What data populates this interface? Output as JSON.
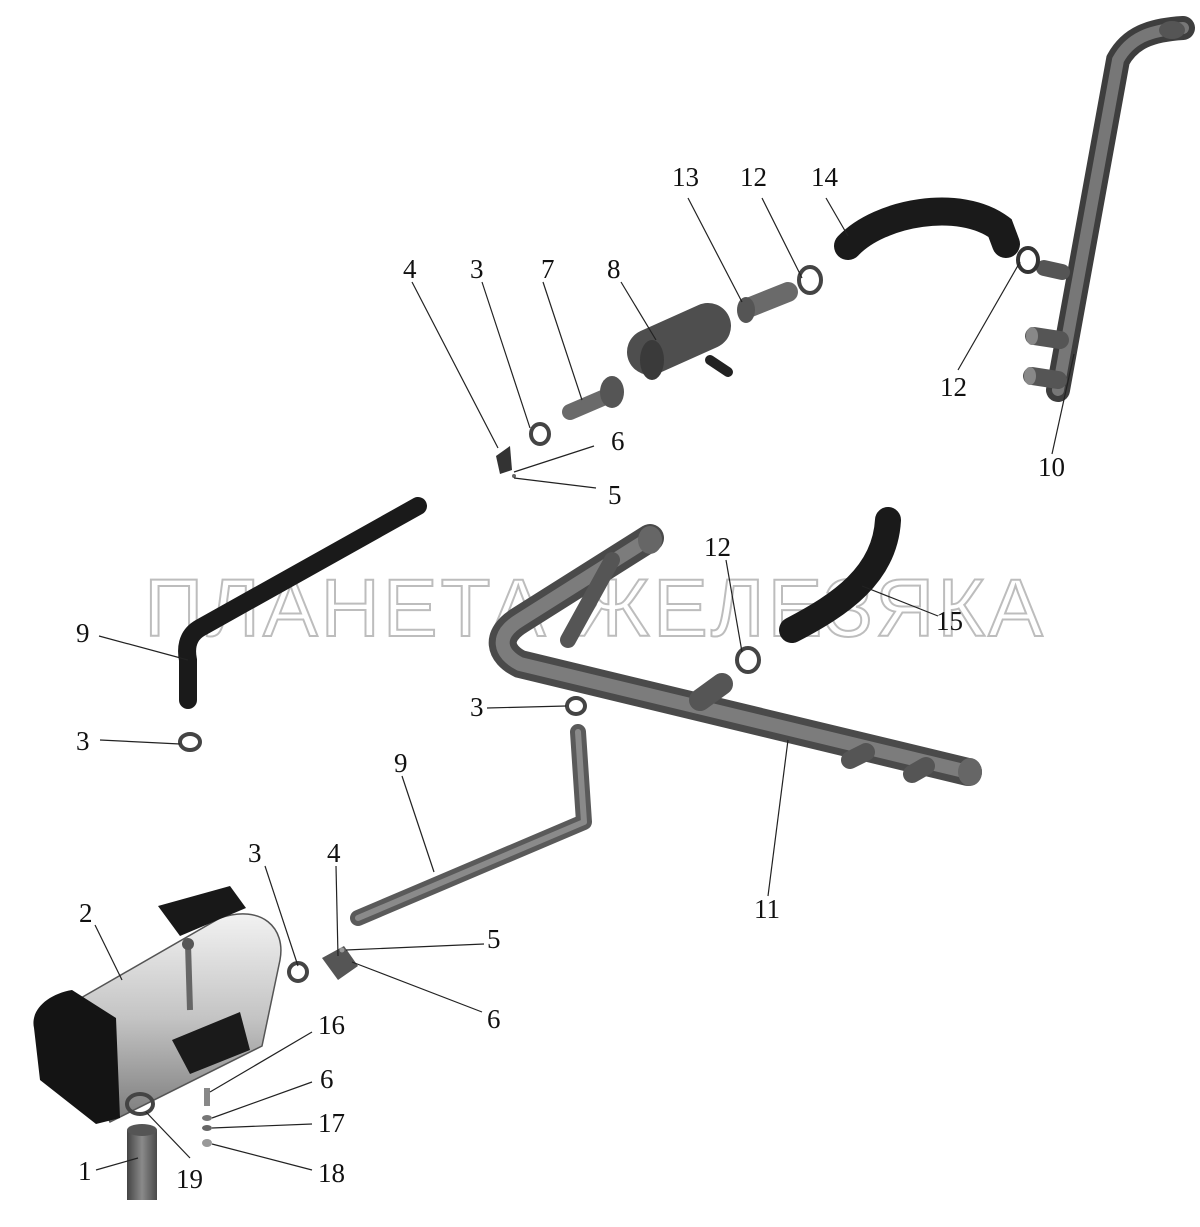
{
  "watermark": "ПЛАНЕТА ЖЕЛЕЗЯКА",
  "labels": {
    "l1": "1",
    "l2": "2",
    "l3a": "3",
    "l3b": "3",
    "l3c": "3",
    "l3d": "3",
    "l4a": "4",
    "l4b": "4",
    "l5a": "5",
    "l5b": "5",
    "l6a": "6",
    "l6b": "6",
    "l6c": "6",
    "l7": "7",
    "l8": "8",
    "l9a": "9",
    "l9b": "9",
    "l10": "10",
    "l11": "11",
    "l12a": "12",
    "l12b": "12",
    "l12c": "12",
    "l13": "13",
    "l14": "14",
    "l15": "15",
    "l16": "16",
    "l17": "17",
    "l18": "18",
    "l19": "19"
  },
  "colors": {
    "hose": "#1c1c1c",
    "pipe": "#6b6b6b",
    "pipe_light": "#8a8a8a",
    "heater_body": "#c9c9c9",
    "heater_dark": "#151515",
    "clamp": "#9a9a9a"
  }
}
